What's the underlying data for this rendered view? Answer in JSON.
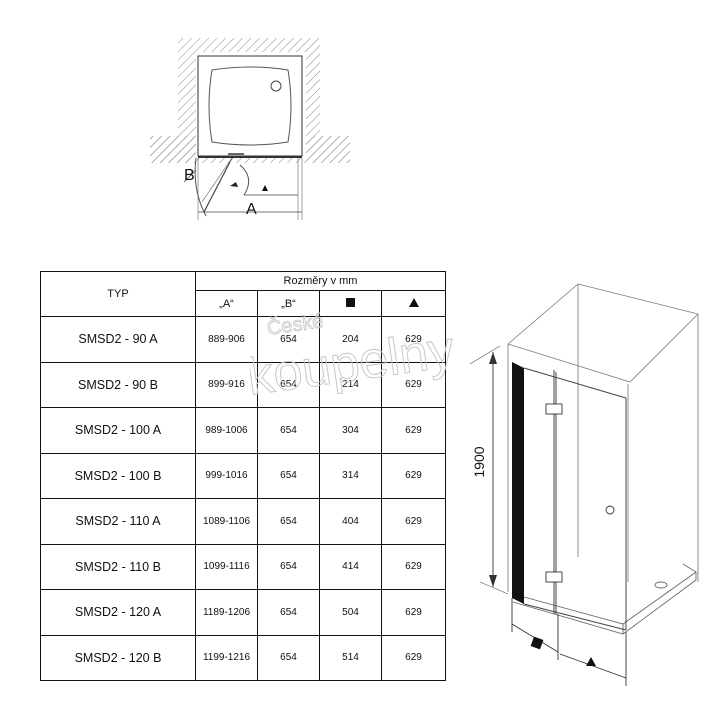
{
  "plan_diagram": {
    "label_a": "A",
    "label_b": "B"
  },
  "table": {
    "typ_header": "TYP",
    "group_header": "Rozměry v mm",
    "col_a": "„A“",
    "col_b": "„B“",
    "rows": [
      {
        "type": "SMSD2 - 90 A",
        "a": "889-906",
        "b": "654",
        "sq": "204",
        "tr": "629"
      },
      {
        "type": "SMSD2 - 90 B",
        "a": "899-916",
        "b": "654",
        "sq": "214",
        "tr": "629"
      },
      {
        "type": "SMSD2 - 100 A",
        "a": "989-1006",
        "b": "654",
        "sq": "304",
        "tr": "629"
      },
      {
        "type": "SMSD2 - 100 B",
        "a": "999-1016",
        "b": "654",
        "sq": "314",
        "tr": "629"
      },
      {
        "type": "SMSD2 - 110 A",
        "a": "1089-1106",
        "b": "654",
        "sq": "404",
        "tr": "629"
      },
      {
        "type": "SMSD2 - 110 B",
        "a": "1099-1116",
        "b": "654",
        "sq": "414",
        "tr": "629"
      },
      {
        "type": "SMSD2 - 120 A",
        "a": "1189-1206",
        "b": "654",
        "sq": "504",
        "tr": "629"
      },
      {
        "type": "SMSD2 - 120 B",
        "a": "1199-1216",
        "b": "654",
        "sq": "514",
        "tr": "629"
      }
    ]
  },
  "iso_diagram": {
    "height_label": "1900"
  },
  "watermark": {
    "line1": "České",
    "line2": "koupelny"
  }
}
